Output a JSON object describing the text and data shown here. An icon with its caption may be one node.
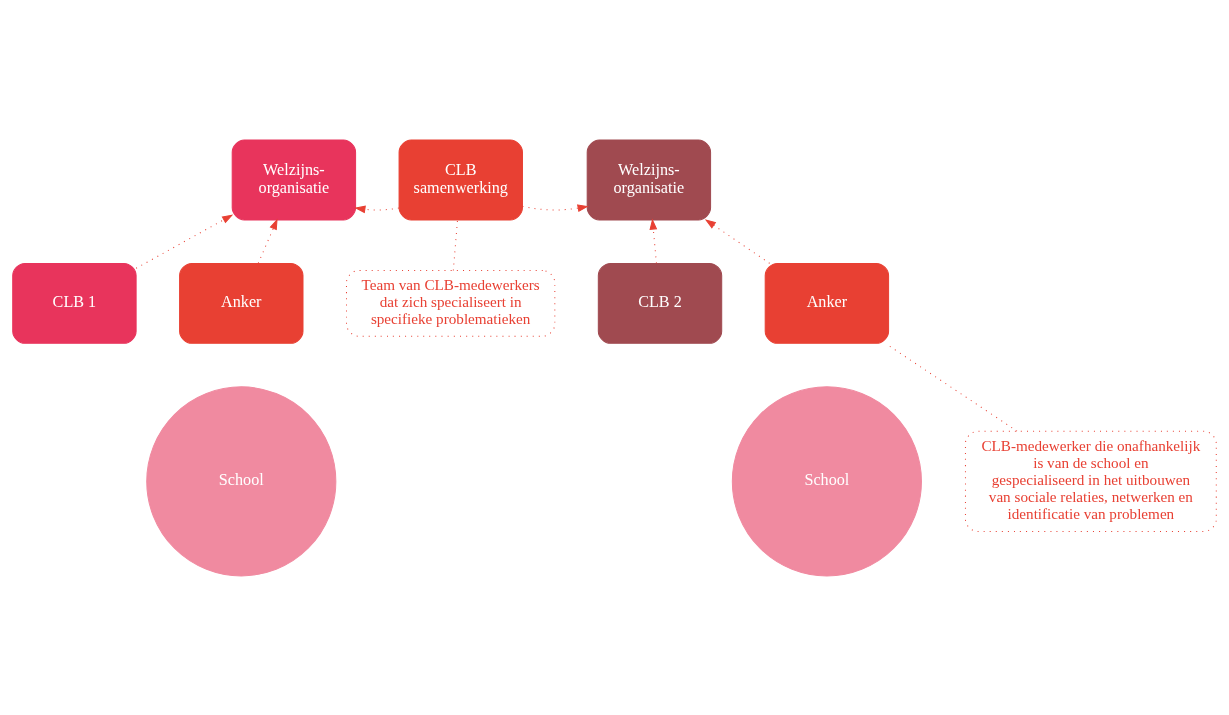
{
  "diagram": {
    "nodes": [
      {
        "text": [
          "Welzijns-organisatie"
        ]
      },
      {
        "text": [
          "CLB samenwerking"
        ]
      },
      {
        "text": [
          "Welzijns-organisatie"
        ]
      },
      {
        "text": [
          "CLB 1"
        ]
      },
      {
        "text": [
          "CLB 2"
        ]
      },
      {
        "text": [
          "Anker"
        ]
      },
      {
        "text": [
          "Anker"
        ]
      },
      {
        "text": [
          "School"
        ]
      },
      {
        "text": [
          "School"
        ]
      },
      {
        "text": [
          "CLB-medewerker die onafhankelijk is van de school en gespecialiseerd in het uitbouwen van sociale relaties, netwerken en identificatie van problemen"
        ]
      },
      {
        "text": [
          "Team van CLB-medewerkers dat zich specialiseert in specifieke problematieken"
        ]
      }
    ],
    "edges": [
      {
        "from": 1,
        "to": 0,
        "arrow": "to"
      },
      {
        "from": 1,
        "to": 2,
        "arrow": "to"
      },
      {
        "from": 3,
        "to": 0,
        "arrow": "to"
      },
      {
        "from": 5,
        "to": 0,
        "arrow": "to"
      },
      {
        "from": 4,
        "to": 2,
        "arrow": "to"
      },
      {
        "from": 6,
        "to": 2,
        "arrow": "to"
      },
      {
        "from": 9,
        "to": 6,
        "arrow": "none"
      },
      {
        "from": 10,
        "to": 1,
        "arrow": "none"
      }
    ]
  }
}
